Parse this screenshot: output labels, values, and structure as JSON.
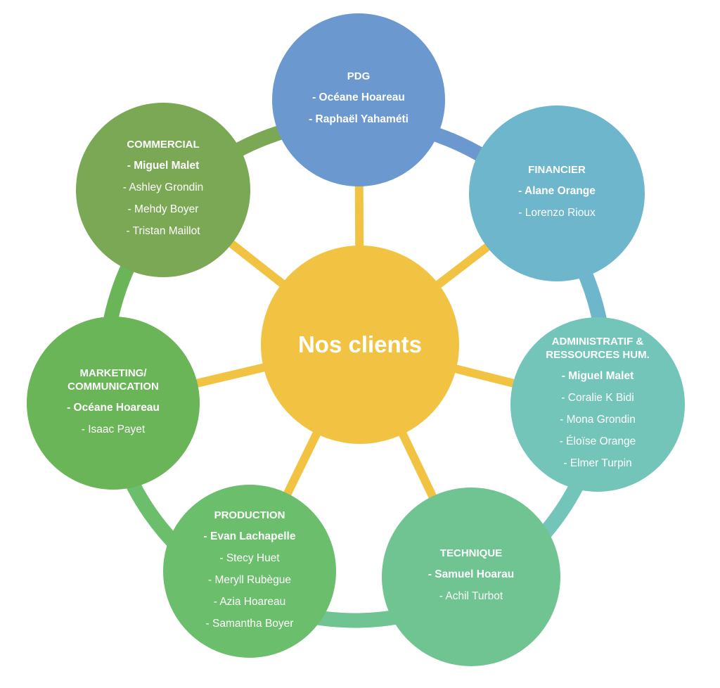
{
  "hub": {
    "label": "Nos clients",
    "color": "#F2C343"
  },
  "colors": {
    "spoke": "#F2C343"
  },
  "departments": [
    {
      "id": "pdg",
      "title": "PDG",
      "color": "#6B98CE",
      "members": [
        {
          "name": "- Océane Hoareau",
          "lead": true
        },
        {
          "name": "- Raphaël Yahaméti",
          "lead": true
        }
      ]
    },
    {
      "id": "financier",
      "title": "FINANCIER",
      "color": "#6DB6CB",
      "members": [
        {
          "name": "- Alane Orange",
          "lead": true
        },
        {
          "name": "- Lorenzo Rioux",
          "lead": false
        }
      ]
    },
    {
      "id": "administratif",
      "title": "ADMINISTRATIF &\nRESSOURCES HUM.",
      "color": "#72C5B8",
      "members": [
        {
          "name": "- Miguel Malet",
          "lead": true
        },
        {
          "name": "- Coralie K Bidi",
          "lead": false
        },
        {
          "name": "- Mona Grondin",
          "lead": false
        },
        {
          "name": "- Éloïse Orange",
          "lead": false
        },
        {
          "name": "- Elmer Turpin",
          "lead": false
        }
      ]
    },
    {
      "id": "technique",
      "title": "TECHNIQUE",
      "color": "#6FC492",
      "members": [
        {
          "name": "- Samuel Hoarau",
          "lead": true
        },
        {
          "name": "- Achil Turbot",
          "lead": false
        }
      ]
    },
    {
      "id": "production",
      "title": "PRODUCTION",
      "color": "#6BBE6B",
      "members": [
        {
          "name": "- Evan Lachapelle",
          "lead": true
        },
        {
          "name": "- Stecy Huet",
          "lead": false
        },
        {
          "name": "- Meryll Rubègue",
          "lead": false
        },
        {
          "name": "- Azia Hoareau",
          "lead": false
        },
        {
          "name": "- Samantha Boyer",
          "lead": false
        }
      ]
    },
    {
      "id": "marketing",
      "title": "MARKETING/\nCOMMUNICATION",
      "color": "#69B558",
      "members": [
        {
          "name": "- Océane Hoareau",
          "lead": true
        },
        {
          "name": "- Isaac Payet",
          "lead": false
        }
      ]
    },
    {
      "id": "commercial",
      "title": "COMMERCIAL",
      "color": "#7AA855",
      "members": [
        {
          "name": "- Miguel Malet",
          "lead": true
        },
        {
          "name": "- Ashley Grondin",
          "lead": false
        },
        {
          "name": "- Mehdy Boyer",
          "lead": false
        },
        {
          "name": "- Tristan Maillot",
          "lead": false
        }
      ]
    }
  ]
}
